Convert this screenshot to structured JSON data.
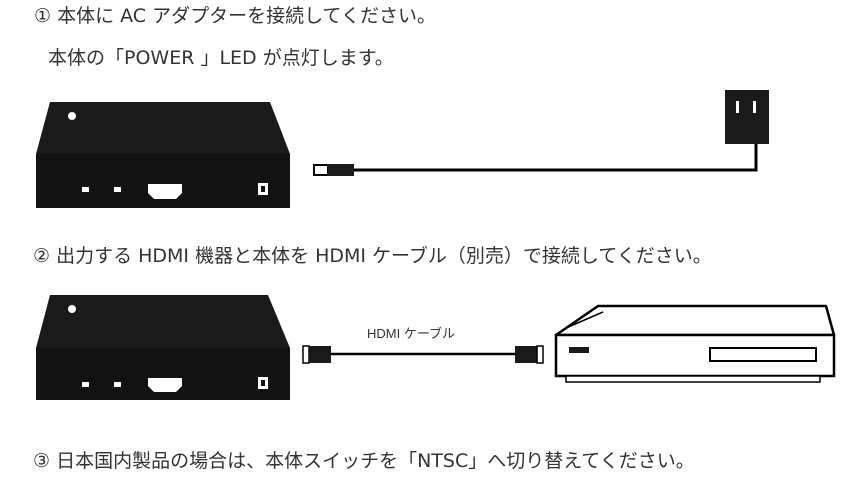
{
  "steps": [
    {
      "lines": [
        "① 本体に AC アダプターを接続してください。",
        "本体の「POWER 」LED が点灯します。"
      ]
    },
    {
      "lines": [
        "② 出力する HDMI 機器と本体を HDMI ケーブル（別売）で接続してください。"
      ]
    },
    {
      "lines": [
        "③ 日本国内製品の場合は、本体スイッチを「NTSC」へ切り替えてください。"
      ]
    }
  ],
  "figure2": {
    "cable_label": "HDMI ケーブル"
  },
  "colors": {
    "device": "#1a1a1a",
    "text": "#333333",
    "line": "#000000"
  },
  "icons": [
    "converter-device",
    "ac-adapter-plug",
    "power-cable",
    "hdmi-cable",
    "dvd-player"
  ]
}
